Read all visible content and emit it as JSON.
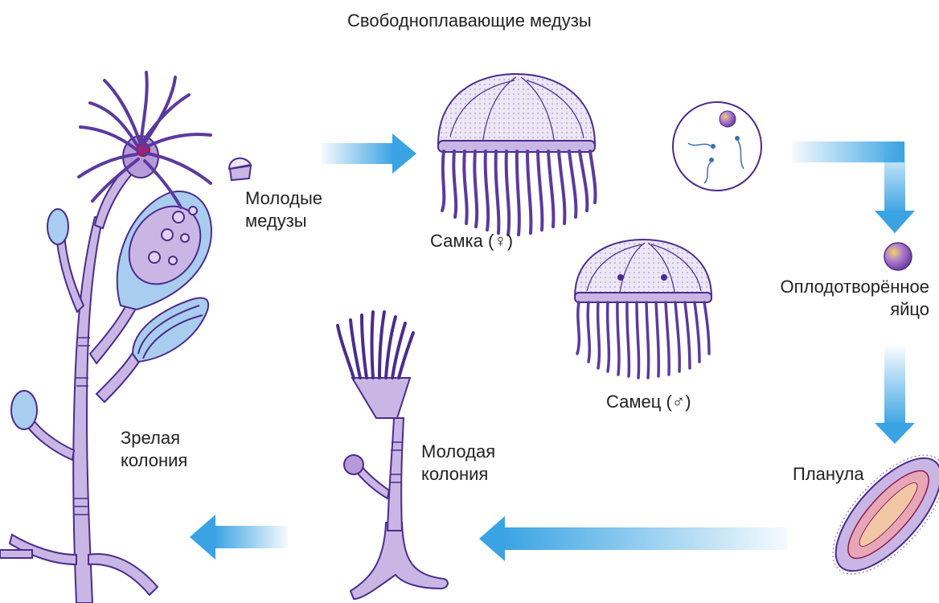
{
  "title": "Свободноплавающие медузы",
  "labels": {
    "young_medusae": [
      "Молодые",
      "медузы"
    ],
    "female": "Самка (♀)",
    "male": "Самец (♂)",
    "fertilized_egg": [
      "Оплодотворённое",
      "яйцо"
    ],
    "planula": "Планула",
    "young_colony": [
      "Молодая",
      "колония"
    ],
    "mature_colony": [
      "Зрелая",
      "колония"
    ]
  },
  "colors": {
    "arrow": "#3aa3e3",
    "organism_fill": "#c9b6e4",
    "organism_stroke": "#4b2c8c",
    "medusa_bell": "#ece6f5",
    "gonotheca": "#a9cdee",
    "egg": "#8a55b8",
    "egg_highlight": "#f4d35e"
  }
}
